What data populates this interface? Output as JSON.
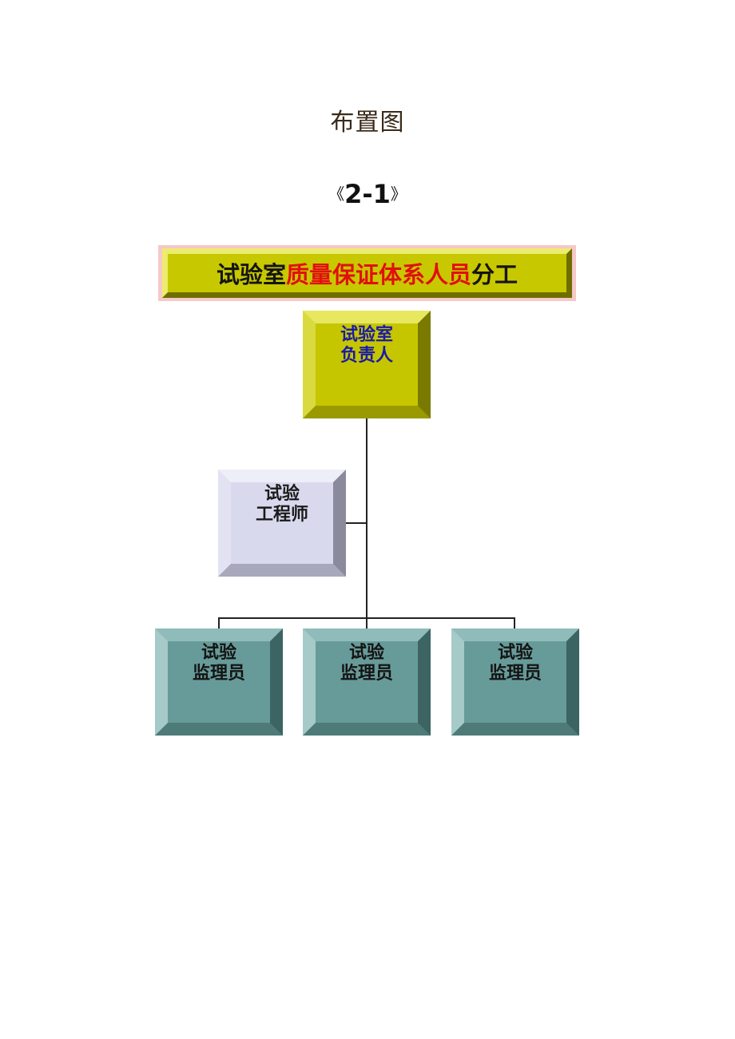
{
  "document": {
    "title": "布置图",
    "figure_number": {
      "open": "《",
      "number": "2-1",
      "close": "》"
    }
  },
  "org_chart": {
    "banner": {
      "part1": "试验室",
      "part2": "质量保证体系人员",
      "part3": "分工",
      "colors": {
        "part1": "#141414",
        "part2": "#e01010",
        "part3": "#141414",
        "background": "#c8c800"
      }
    },
    "head": {
      "line1": "试验室",
      "line2": "负责人",
      "color": "#c6c600",
      "text_color": "#1a1aa8"
    },
    "engineer": {
      "line1": "试验",
      "line2": "工程师",
      "color": "#d9d9ee"
    },
    "supervisors": [
      {
        "line1": "试验",
        "line2": "监理员"
      },
      {
        "line1": "试验",
        "line2": "监理员"
      },
      {
        "line1": "试验",
        "line2": "监理员"
      }
    ],
    "supervisor_color": "#679b99"
  }
}
